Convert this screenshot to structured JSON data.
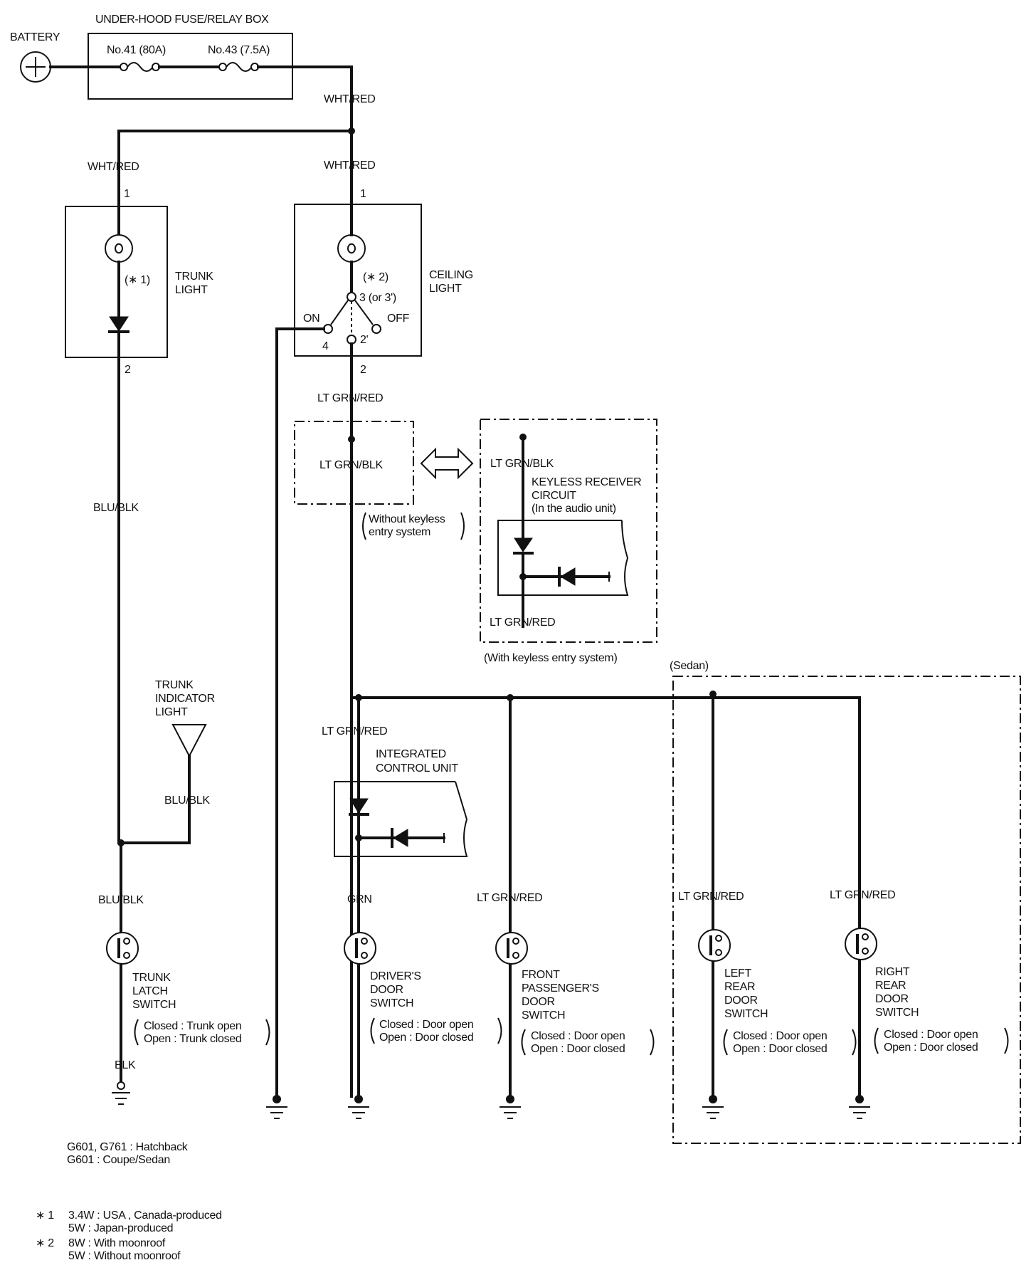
{
  "labels": {
    "battery": "BATTERY",
    "fuse_box": "UNDER-HOOD FUSE/RELAY BOX",
    "fuse41": "No.41 (80A)",
    "fuse43": "No.43 (7.5A)",
    "wht_red_1": "WHT/RED",
    "wht_red_2": "WHT/RED",
    "wht_red_3": "WHT/RED",
    "trunk_pin1": "1",
    "trunk_pin2": "2",
    "trunk_note": "(∗ 1)",
    "trunk_light_1": "TRUNK",
    "trunk_light_2": "LIGHT",
    "ceiling_pin1": "1",
    "ceiling_pin2": "2",
    "ceiling_note": "(∗ 2)",
    "ceiling_light_1": "CEILING",
    "ceiling_light_2": "LIGHT",
    "pin_3": "3 (or 3')",
    "sw_on": "ON",
    "sw_off": "OFF",
    "pin_4": "4",
    "pin_2p": "2'",
    "lt_grn_red_1": "LT GRN/RED",
    "lt_grn_blk_1": "LT GRN/BLK",
    "without_keyless_1": "Without keyless",
    "without_keyless_2": "entry system",
    "lt_grn_blk_2": "LT GRN/BLK",
    "keyless_1": "KEYLESS RECEIVER",
    "keyless_2": "CIRCUIT",
    "keyless_3": "(In the audio unit)",
    "lt_grn_red_2": "LT GRN/RED",
    "with_keyless": "(With keyless entry system)",
    "blu_blk_1": "BLU/BLK",
    "trunk_ind_1": "TRUNK",
    "trunk_ind_2": "INDICATOR",
    "trunk_ind_3": "LIGHT",
    "blu_blk_2": "BLU/BLK",
    "blu_blk_3": "BLU/BLK",
    "sedan": "(Sedan)",
    "lt_grn_red_3": "LT GRN/RED",
    "icu_1": "INTEGRATED",
    "icu_2": "CONTROL UNIT",
    "grn": "GRN",
    "lt_grn_red_4": "LT GRN/RED",
    "lt_grn_red_5": "LT GRN/RED",
    "lt_grn_red_6": "LT GRN/RED",
    "tls_1": "TRUNK",
    "tls_2": "LATCH",
    "tls_3": "SWITCH",
    "tls_closed": "Closed : Trunk open",
    "tls_open": "Open    : Trunk closed",
    "blk": "BLK",
    "dds_1": "DRIVER'S",
    "dds_2": "DOOR",
    "dds_3": "SWITCH",
    "dds_closed": "Closed : Door open",
    "dds_open": "Open    : Door closed",
    "fpds_1": "FRONT",
    "fpds_2": "PASSENGER'S",
    "fpds_3": "DOOR",
    "fpds_4": "SWITCH",
    "fpds_closed": "Closed : Door open",
    "fpds_open": "Open    : Door closed",
    "lrds_1": "LEFT",
    "lrds_2": "REAR",
    "lrds_3": "DOOR",
    "lrds_4": "SWITCH",
    "lrds_closed": "Closed : Door open",
    "lrds_open": "Open    : Door closed",
    "rrds_1": "RIGHT",
    "rrds_2": "REAR",
    "rrds_3": "DOOR",
    "rrds_4": "SWITCH",
    "rrds_closed": "Closed : Door open",
    "rrds_open": "Open    : Door closed",
    "ground_1": "G601, G761 : Hatchback",
    "ground_2": "G601 : Coupe/Sedan",
    "fn1_mark": "∗ 1",
    "fn1_a": "3.4W : USA , Canada-produced",
    "fn1_b": "5W : Japan-produced",
    "fn2_mark": "∗ 2",
    "fn2_a": "8W : With moonroof",
    "fn2_b": "5W : Without moonroof"
  }
}
